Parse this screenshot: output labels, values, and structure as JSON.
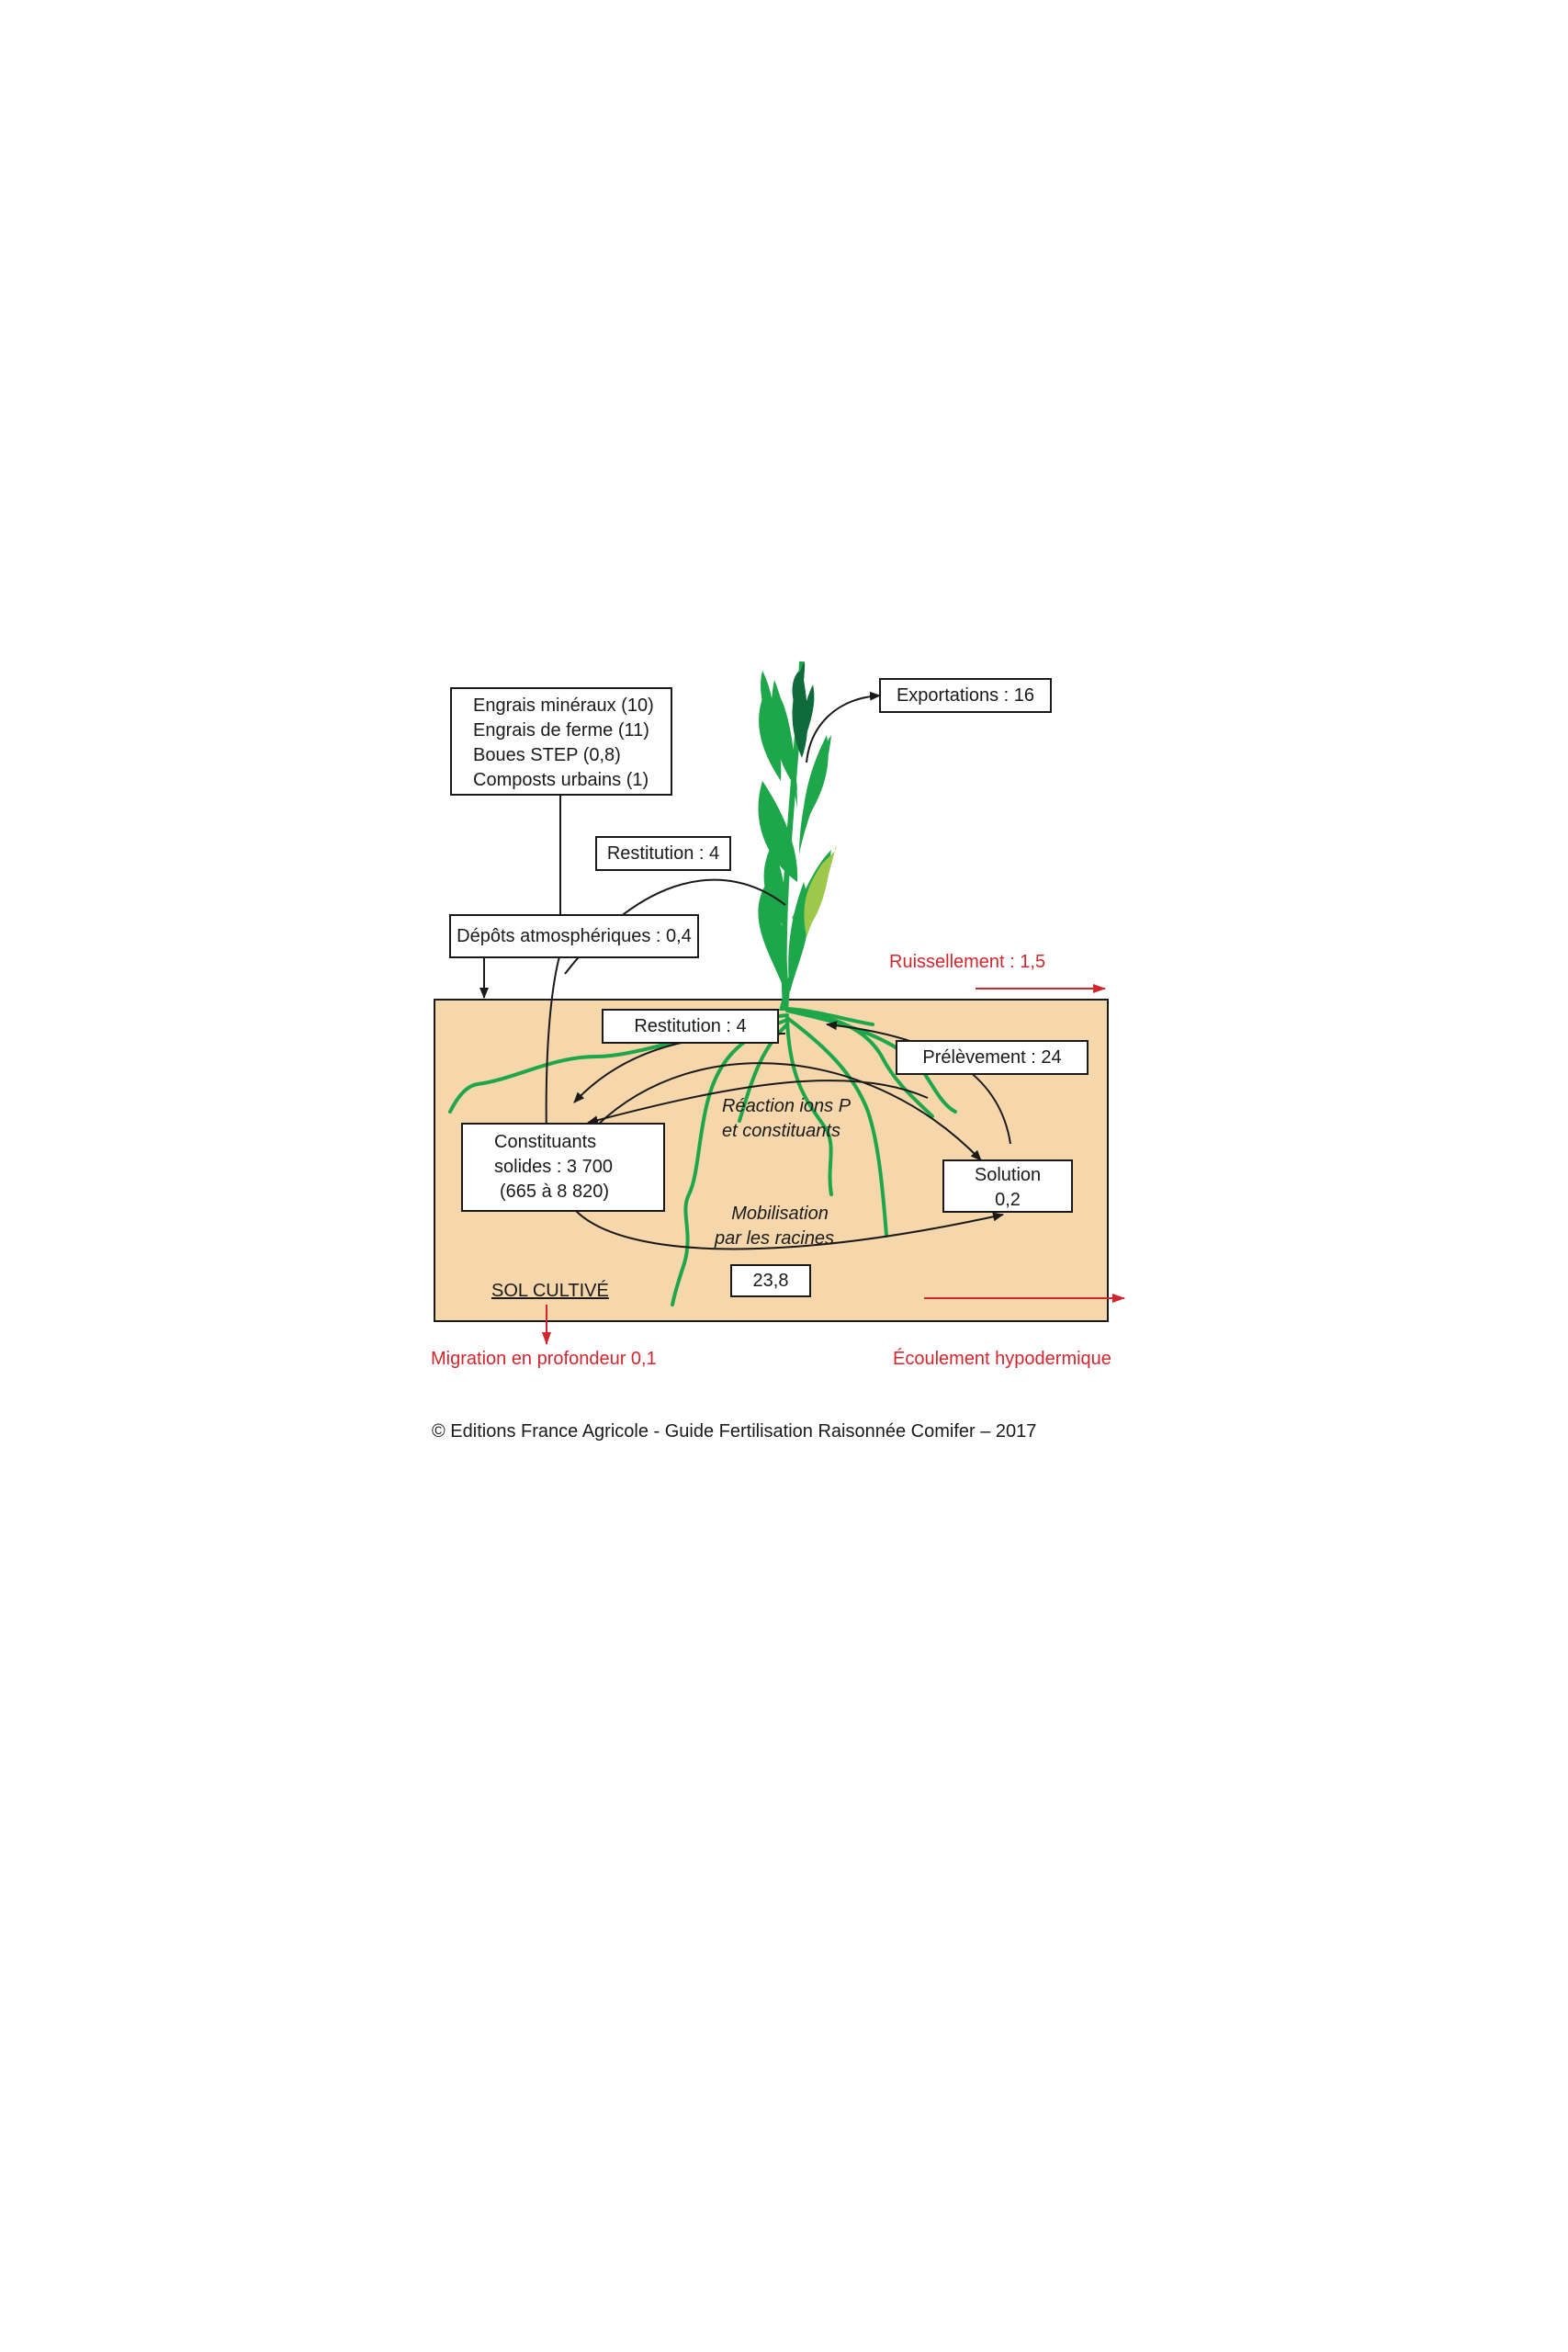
{
  "inputs_box": {
    "lines": [
      "Engrais minéraux (10)",
      "Engrais de ferme (11)",
      "Boues STEP (0,8)",
      "Composts urbains (1)"
    ]
  },
  "exportations": "Exportations : 16",
  "restitution_top": "Restitution : 4",
  "depots": "Dépôts atmosphériques : 0,4",
  "ruissellement": "Ruissellement : 1,5",
  "restitution_soil": "Restitution : 4",
  "prelevement": "Prélèvement : 24",
  "reaction": {
    "line1": "Réaction ions P",
    "line2": "et constituants"
  },
  "constituants": {
    "line1": "Constituants",
    "line2": "solides : 3 700",
    "line3": "(665 à 8 820)"
  },
  "solution": {
    "line1": "Solution",
    "line2": "0,2"
  },
  "mobilisation": {
    "line1": "Mobilisation",
    "line2": "par les racines"
  },
  "mobilisation_value": "23,8",
  "sol_cultive": "SOL CULTIVÉ",
  "migration": "Migration en profondeur 0,1",
  "ecoulement": "Écoulement hypodermique",
  "copyright": "© Editions France Agricole - Guide Fertilisation Raisonnée Comifer – 2017",
  "colors": {
    "soil": "#f5d7ab",
    "plant_green": "#1ea64a",
    "plant_dark": "#0f6b3c",
    "plant_light": "#9dc84a",
    "loss_red": "#d2262e",
    "ink": "#1a1a1a"
  }
}
